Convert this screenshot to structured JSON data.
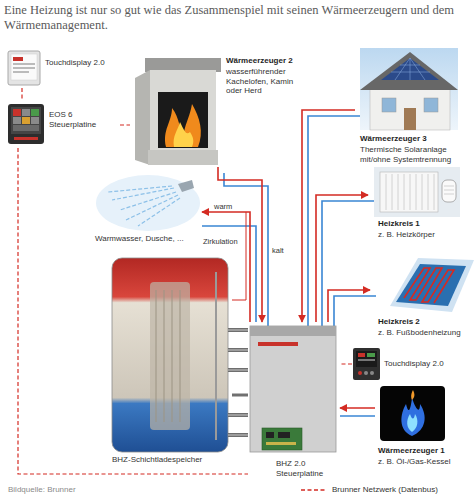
{
  "diagram": {
    "title": "Eine Heizung ist nur so gut wie das Zusammenspiel mit seinen Wärmeerzeugern und dem Wärmemanagement.",
    "caption": "Bildquelle: Brunner",
    "nodes": [
      {
        "text": [
          "Touchdisplay 2.0"
        ]
      },
      {
        "text": [
          "EOS 6 Steuerplatine"
        ]
      },
      {
        "text": [
          "Wärmeerzeuger 2",
          "wasserführender Kachelofen, Kamin oder Herd"
        ]
      },
      {
        "text": [
          "Wärmeerzeuger 3",
          "Thermische Solaranlage mit/ohne Systemtrennung"
        ]
      },
      {
        "text": [
          "Warmwasser, Dusche, ..."
        ]
      },
      {
        "text": [
          "Heizkreis 1",
          "z. B. Heizkörper"
        ]
      },
      {
        "text": [
          "Heizkreis 2",
          "z. B. Fußbodenheizung"
        ]
      },
      {
        "text": [
          "BHZ-Schichtladespeicher"
        ]
      },
      {
        "text": [
          "BHZ 2.0 Steuerplatine"
        ]
      },
      {
        "text": [
          "Touchdisplay 2.0"
        ]
      },
      {
        "text": [
          "Wärmeerzeuger 1",
          "z. B. Öl-/Gas-Kessel"
        ]
      }
    ],
    "edges": [
      {
        "from": 0,
        "to": 1,
        "arrow": "none"
      },
      {
        "from": 1,
        "to": 2,
        "arrow": "none"
      },
      {
        "from": 1,
        "to": 8,
        "arrow": "none"
      },
      {
        "from": 9,
        "to": 8,
        "arrow": "none"
      },
      {
        "from": 2,
        "to": 8,
        "arrow": "to"
      },
      {
        "from": 3,
        "to": 8,
        "arrow": "to"
      },
      {
        "from": 8,
        "to": 4,
        "label": "warm",
        "arrow": "to"
      },
      {
        "from": 8,
        "to": 5,
        "arrow": "to"
      },
      {
        "from": 8,
        "to": 6,
        "arrow": "to"
      },
      {
        "from": 10,
        "to": 8,
        "arrow": "to"
      },
      {
        "from": 8,
        "to": 7,
        "arrow": "none"
      }
    ],
    "labels": [
      "Zirkulation",
      "kalt"
    ],
    "legend": [
      {
        "text": "Brunner Netzwerk (Datenbus)"
      }
    ]
  }
}
